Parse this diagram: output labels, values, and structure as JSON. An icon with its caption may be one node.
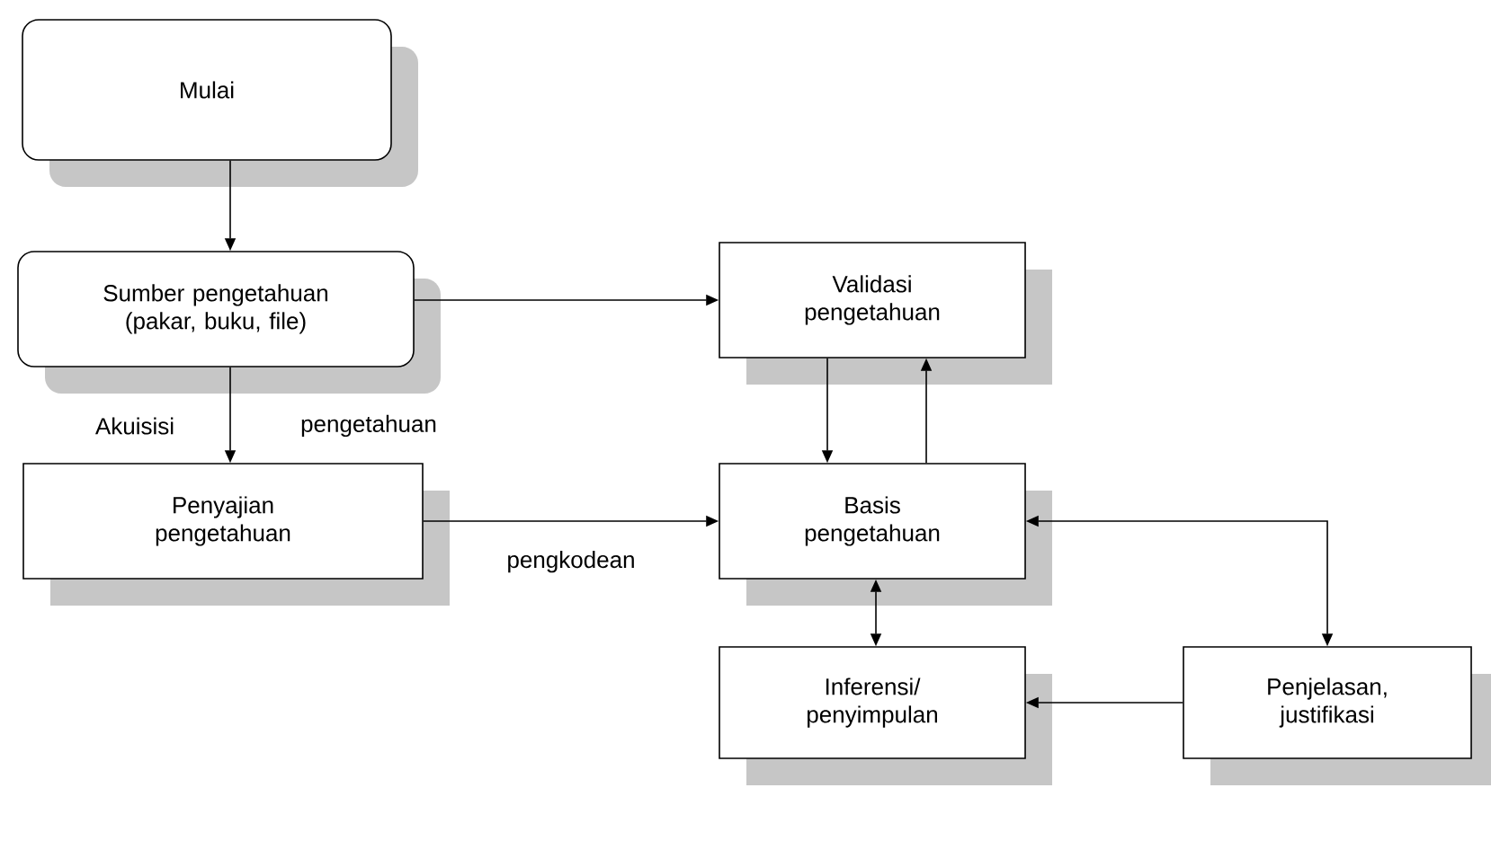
{
  "diagram": {
    "nodes": [
      {
        "text": [
          "Mulai"
        ]
      },
      {
        "text": [
          "Sumber pengetahuan (pakar, buku, file)"
        ]
      },
      {
        "text": [
          "Penyajian pengetahuan"
        ]
      },
      {
        "text": [
          "Validasi pengetahuan"
        ]
      },
      {
        "text": [
          "Basis pengetahuan"
        ]
      },
      {
        "text": [
          "Inferensi/ penyimpulan"
        ]
      },
      {
        "text": [
          "Penjelasan, justifikasi"
        ]
      }
    ],
    "edges": [
      {
        "from": 0,
        "to": 1,
        "arrow": "to"
      },
      {
        "from": 1,
        "to": 2,
        "arrow": "to"
      },
      {
        "from": 1,
        "to": 3,
        "arrow": "to"
      },
      {
        "from": 2,
        "to": 4,
        "arrow": "to",
        "label": "pengkodean"
      },
      {
        "from": 3,
        "to": 4,
        "arrow": "to"
      },
      {
        "from": 4,
        "to": 3,
        "arrow": "to"
      },
      {
        "from": 4,
        "to": 6,
        "arrow": "both"
      },
      {
        "from": 4,
        "to": 5,
        "arrow": "both"
      },
      {
        "from": 6,
        "to": 5,
        "arrow": "to"
      }
    ],
    "labels": [
      "Akuisisi",
      "pengetahuan"
    ]
  }
}
